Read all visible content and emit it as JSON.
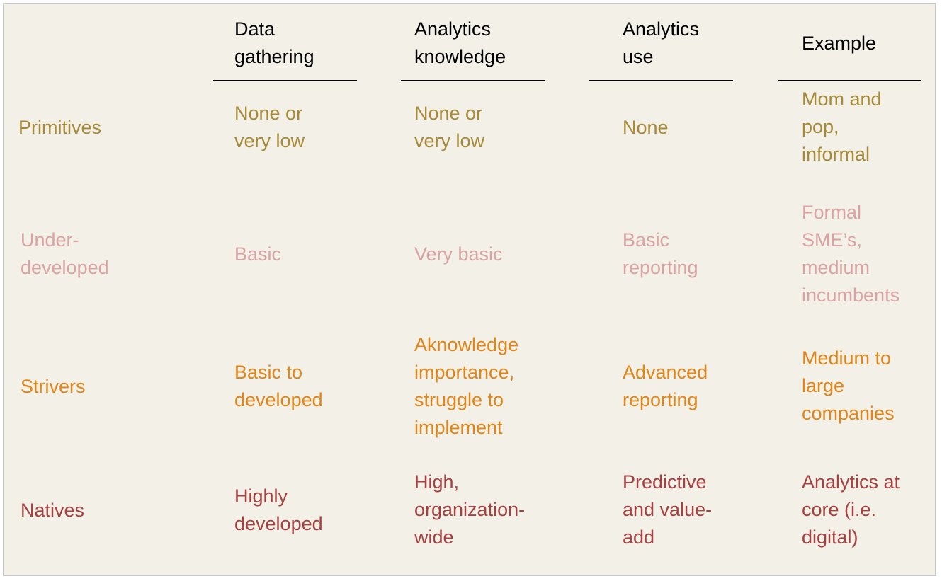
{
  "headers": {
    "data_gathering": "Data\ngathering",
    "analytics_knowledge": "Analytics\nknowledge",
    "analytics_use": "Analytics\nuse",
    "example": "Example"
  },
  "rows": {
    "primitives": {
      "label": "Primitives",
      "data_gathering": "None or\nvery low",
      "analytics_knowledge": "None or\nvery low",
      "analytics_use": "None",
      "example": "Mom and\npop,\ninformal"
    },
    "under_developed": {
      "label": "Under-\ndeveloped",
      "data_gathering": "Basic",
      "analytics_knowledge": "Very basic",
      "analytics_use": "Basic\nreporting",
      "example": "Formal\nSME’s,\nmedium\nincumbents"
    },
    "strivers": {
      "label": "Strivers",
      "data_gathering": "Basic to\ndeveloped",
      "analytics_knowledge": "Aknowledge\nimportance,\nstruggle to\nimplement",
      "analytics_use": "Advanced\nreporting",
      "example": "Medium to\nlarge\ncompanies"
    },
    "natives": {
      "label": "Natives",
      "data_gathering": "Highly\ndeveloped",
      "analytics_knowledge": "High,\norganization-\nwide",
      "analytics_use": "Predictive\nand value-\nadd",
      "example": "Analytics at\ncore (i.e.\ndigital)"
    }
  },
  "colors": {
    "background": "#f3f0e7",
    "border": "#c6c6c6",
    "header_text": "#000000",
    "primitives": "#a68a38",
    "under_developed": "#d9a3a3",
    "strivers": "#e08519",
    "natives": "#a74141"
  }
}
